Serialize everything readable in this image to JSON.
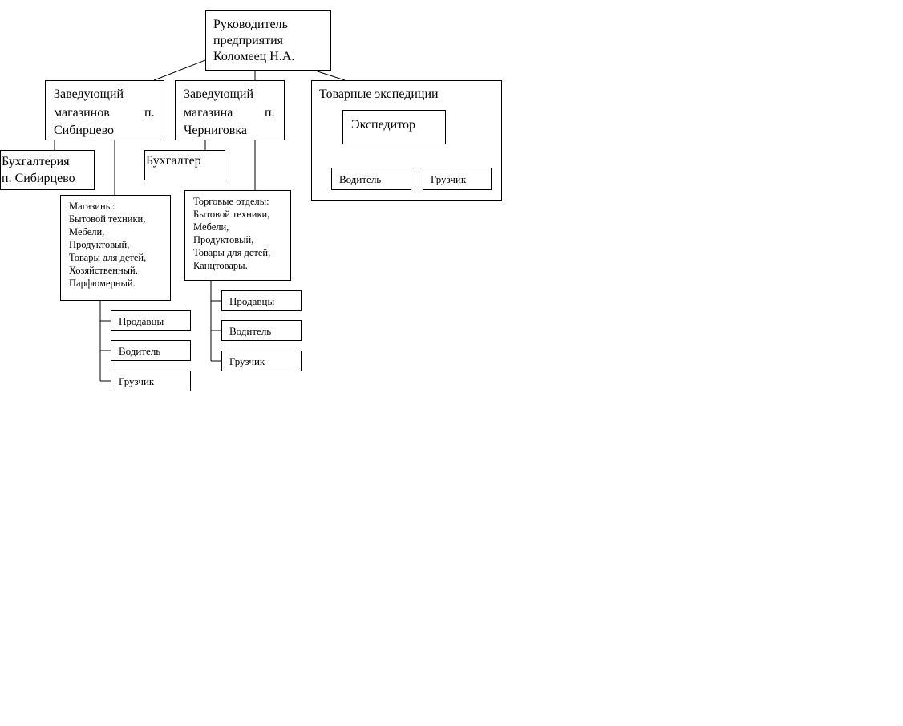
{
  "diagram": {
    "director": {
      "lines": [
        "Руководитель",
        "предприятия",
        "Коломеец Н.А."
      ]
    },
    "head_sibirtsevo": {
      "lines": [
        "Заведующий",
        "магазинов",
        "п.",
        "Сибирцево"
      ]
    },
    "head_chernigovka": {
      "lines": [
        "Заведующий",
        "магазина",
        "п.",
        "Черниговка"
      ]
    },
    "expeditions": {
      "title": "Товарные экспедиции"
    },
    "expeditor": {
      "label": "Экспедитор"
    },
    "exp_driver": {
      "label": "Водитель"
    },
    "exp_loader": {
      "label": "Грузчик"
    },
    "accounting_sibirtsevo": {
      "lines": [
        "Бухгалтерия",
        "п. Сибирцево"
      ]
    },
    "accountant": {
      "label": "Бухгалтер"
    },
    "stores_sibirtsevo": {
      "lines": [
        "Магазины:",
        "Бытовой техники,",
        "Мебели,",
        "Продуктовый,",
        "Товары для детей,",
        "Хозяйственный,",
        "Парфюмерный."
      ]
    },
    "departments_chernigovka": {
      "lines": [
        "Торговые отделы:",
        "Бытовой техники,",
        "Мебели,",
        "Продуктовый,",
        "Товары для детей,",
        "Канцтовары."
      ]
    },
    "staff_left": [
      "Продавцы",
      "Водитель",
      "Грузчик"
    ],
    "staff_right": [
      "Продавцы",
      "Водитель",
      "Грузчик"
    ]
  }
}
